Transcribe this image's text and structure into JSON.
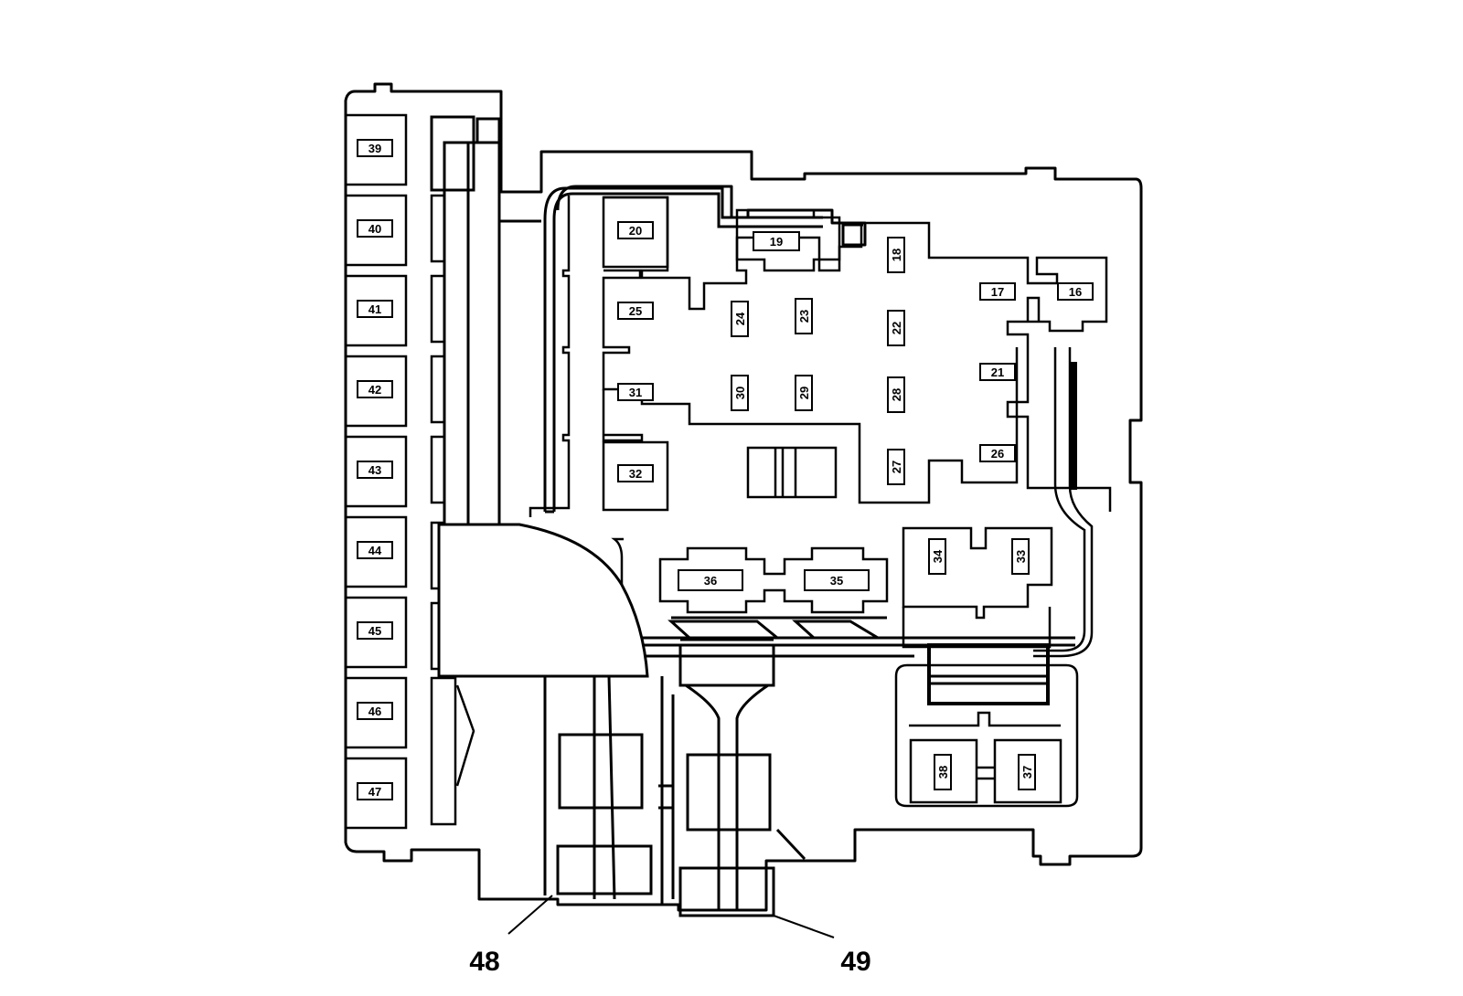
{
  "left_column": [
    "39",
    "40",
    "41",
    "42",
    "43",
    "44",
    "45",
    "46",
    "47"
  ],
  "main_area": {
    "fuses_horizontal": [
      "20",
      "19",
      "25",
      "31",
      "32",
      "17",
      "16",
      "21",
      "26",
      "36",
      "35"
    ],
    "fuses_vertical": [
      "18",
      "24",
      "23",
      "22",
      "30",
      "29",
      "28",
      "27",
      "34",
      "33",
      "38",
      "37"
    ]
  },
  "callouts": [
    "48",
    "49"
  ],
  "colors": {
    "stroke": "#000000",
    "background": "#ffffff"
  }
}
